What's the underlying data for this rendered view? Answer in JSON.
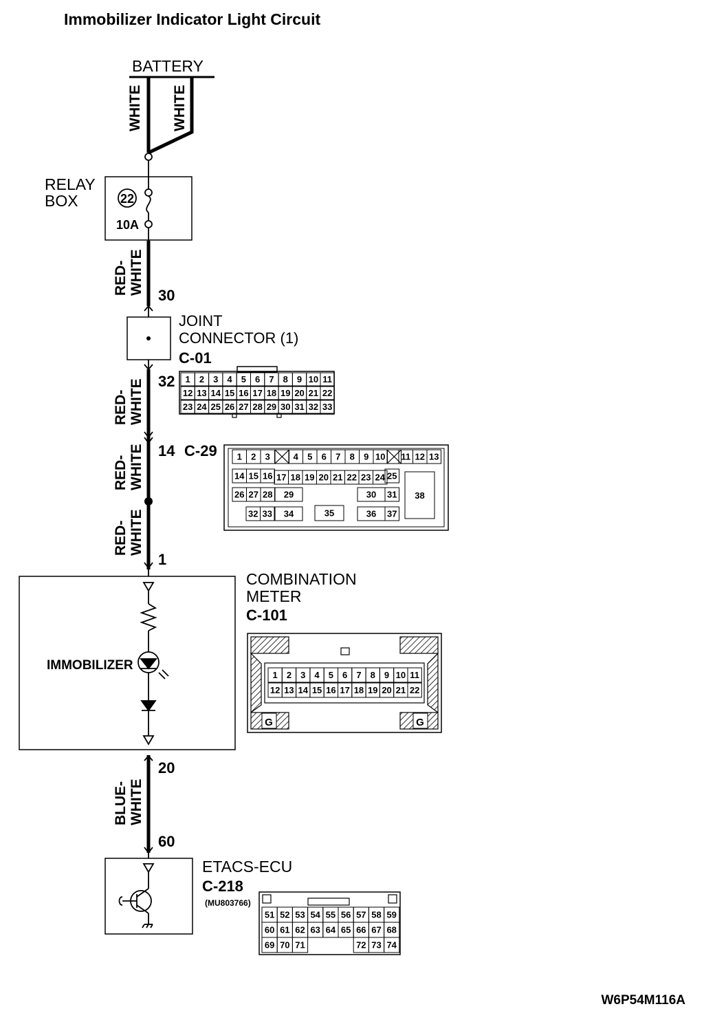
{
  "title": "Immobilizer Indicator Light Circuit",
  "figure_code": "W6P54M116A",
  "battery": {
    "label": "BATTERY"
  },
  "wires": {
    "battery_left": "WHITE",
    "battery_right": "WHITE",
    "relay_to_joint_1": "RED-",
    "relay_to_joint_2": "WHITE",
    "joint_to_c29_1": "RED-",
    "joint_to_c29_2": "WHITE",
    "c29_to_splice_1": "RED-",
    "c29_to_splice_2": "WHITE",
    "splice_to_meter_1": "RED-",
    "splice_to_meter_2": "WHITE",
    "meter_to_etacs_1": "BLUE-",
    "meter_to_etacs_2": "WHITE"
  },
  "relay_box": {
    "label_1": "RELAY",
    "label_2": "BOX",
    "fuse_number": "22",
    "fuse_rating": "10A"
  },
  "terminals": {
    "t30": "30",
    "t32": "32",
    "t14": "14",
    "t1": "1",
    "t20": "20",
    "t60": "60"
  },
  "joint_connector": {
    "label_1": "JOINT",
    "label_2": "CONNECTOR (1)",
    "code": "C-01"
  },
  "connector_c29": {
    "code": "C-29"
  },
  "combination_meter": {
    "label_1": "COMBINATION",
    "label_2": "METER",
    "code": "C-101",
    "indicator_label": "IMMOBILIZER",
    "ground_mark": "G"
  },
  "etacs": {
    "label": "ETACS-ECU",
    "code": "C-218",
    "part_number": "(MU803766)"
  },
  "connector_pins": {
    "c01_row1": [
      "1",
      "2",
      "3",
      "4",
      "5",
      "6",
      "7",
      "8",
      "9",
      "10",
      "11"
    ],
    "c01_row2": [
      "12",
      "13",
      "14",
      "15",
      "16",
      "17",
      "18",
      "19",
      "20",
      "21",
      "22"
    ],
    "c01_row3": [
      "23",
      "24",
      "25",
      "26",
      "27",
      "28",
      "29",
      "30",
      "31",
      "32",
      "33"
    ],
    "c29_row1": [
      "1",
      "2",
      "3",
      "4",
      "5",
      "6",
      "7",
      "8",
      "9",
      "10",
      "11",
      "12",
      "13"
    ],
    "c29_row2": [
      "14",
      "15",
      "16",
      "17",
      "18",
      "19",
      "20",
      "21",
      "22",
      "23",
      "24",
      "25"
    ],
    "c29_row3": [
      "26",
      "27",
      "28",
      "29",
      "30",
      "31",
      "38"
    ],
    "c29_row4": [
      "32",
      "33",
      "34",
      "35",
      "36",
      "37"
    ],
    "c101_row1": [
      "1",
      "2",
      "3",
      "4",
      "5",
      "6",
      "7",
      "8",
      "9",
      "10",
      "11"
    ],
    "c101_row2": [
      "12",
      "13",
      "14",
      "15",
      "16",
      "17",
      "18",
      "19",
      "20",
      "21",
      "22"
    ],
    "c218_row1": [
      "51",
      "52",
      "53",
      "54",
      "55",
      "56",
      "57",
      "58",
      "59"
    ],
    "c218_row2": [
      "60",
      "61",
      "62",
      "63",
      "64",
      "65",
      "66",
      "67",
      "68"
    ],
    "c218_row3": [
      "69",
      "70",
      "71",
      "72",
      "73",
      "74"
    ]
  }
}
